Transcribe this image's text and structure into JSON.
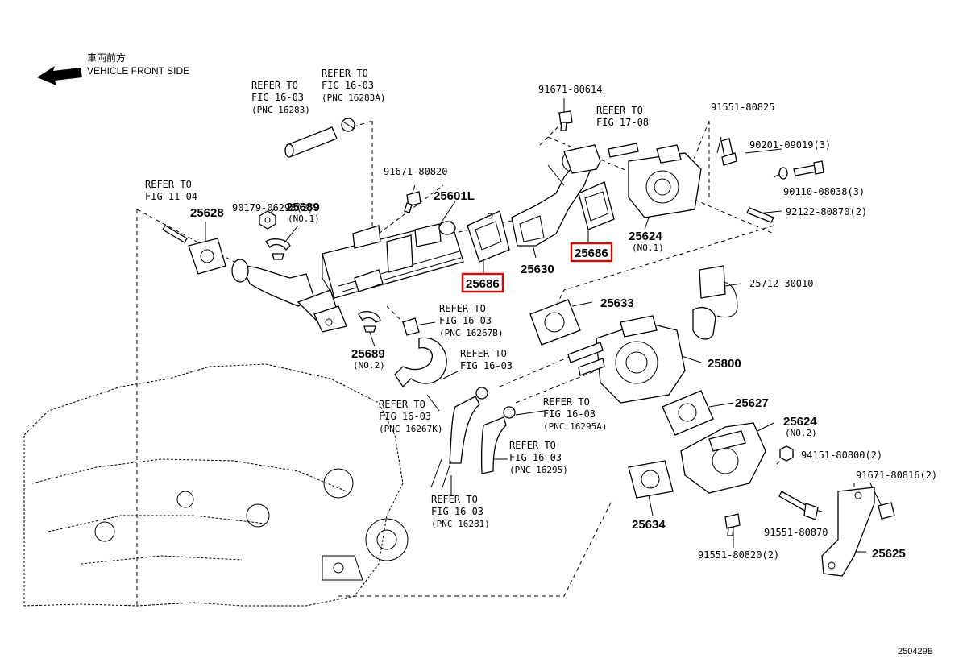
{
  "orientation": {
    "japanese": "車両前方",
    "english": "VEHICLE FRONT SIDE",
    "icon": "left-arrow-icon"
  },
  "doc_code": "250429B",
  "highlight_color": "#e00000",
  "refs": {
    "r1": {
      "l1": "REFER TO",
      "l2": "FIG 16-03",
      "l3": "(PNC 16283)"
    },
    "r2": {
      "l1": "REFER TO",
      "l2": "FIG 16-03",
      "l3": "(PNC 16283A)"
    },
    "r3": {
      "l1": "REFER TO",
      "l2": "FIG 11-04"
    },
    "r4": {
      "l1": "REFER TO",
      "l2": "FIG 17-08"
    },
    "r5": {
      "l1": "REFER TO",
      "l2": "FIG 16-03",
      "l3": "(PNC 16267B)"
    },
    "r6": {
      "l1": "REFER TO",
      "l2": "FIG 16-03"
    },
    "r7": {
      "l1": "REFER TO",
      "l2": "FIG 16-03",
      "l3": "(PNC 16267K)"
    },
    "r8": {
      "l1": "REFER TO",
      "l2": "FIG 16-03",
      "l3": "(PNC 16295A)"
    },
    "r9": {
      "l1": "REFER TO",
      "l2": "FIG 16-03",
      "l3": "(PNC 16295)"
    },
    "r10": {
      "l1": "REFER TO",
      "l2": "FIG 16-03",
      "l3": "(PNC 16281)"
    }
  },
  "parts": {
    "p90179": "90179-06298(2)",
    "p91671a": "91671-80820",
    "p91671b": "91671-80614",
    "p91551a": "91551-80825",
    "p90201": "90201-09019(3)",
    "p90110": "90110-08038(3)",
    "p92122": "92122-80870(2)",
    "p25712": "25712-30010",
    "p94151": "94151-80800(2)",
    "p91671c": "91671-80816(2)",
    "p91551b": "91551-80870",
    "p91551c": "91551-80820(2)"
  },
  "callouts": {
    "c25601": "25601L",
    "c25628": "25628",
    "c25689a": "25689",
    "c25689a_sub": "(NO.1)",
    "c25689b": "25689",
    "c25689b_sub": "(NO.2)",
    "c25630": "25630",
    "c25686a": "25686",
    "c25686b": "25686",
    "c25624a": "25624",
    "c25624a_sub": "(NO.1)",
    "c25633": "25633",
    "c25800": "25800",
    "c25627": "25627",
    "c25624b": "25624",
    "c25624b_sub": "(NO.2)",
    "c25634": "25634",
    "c25625": "25625"
  }
}
